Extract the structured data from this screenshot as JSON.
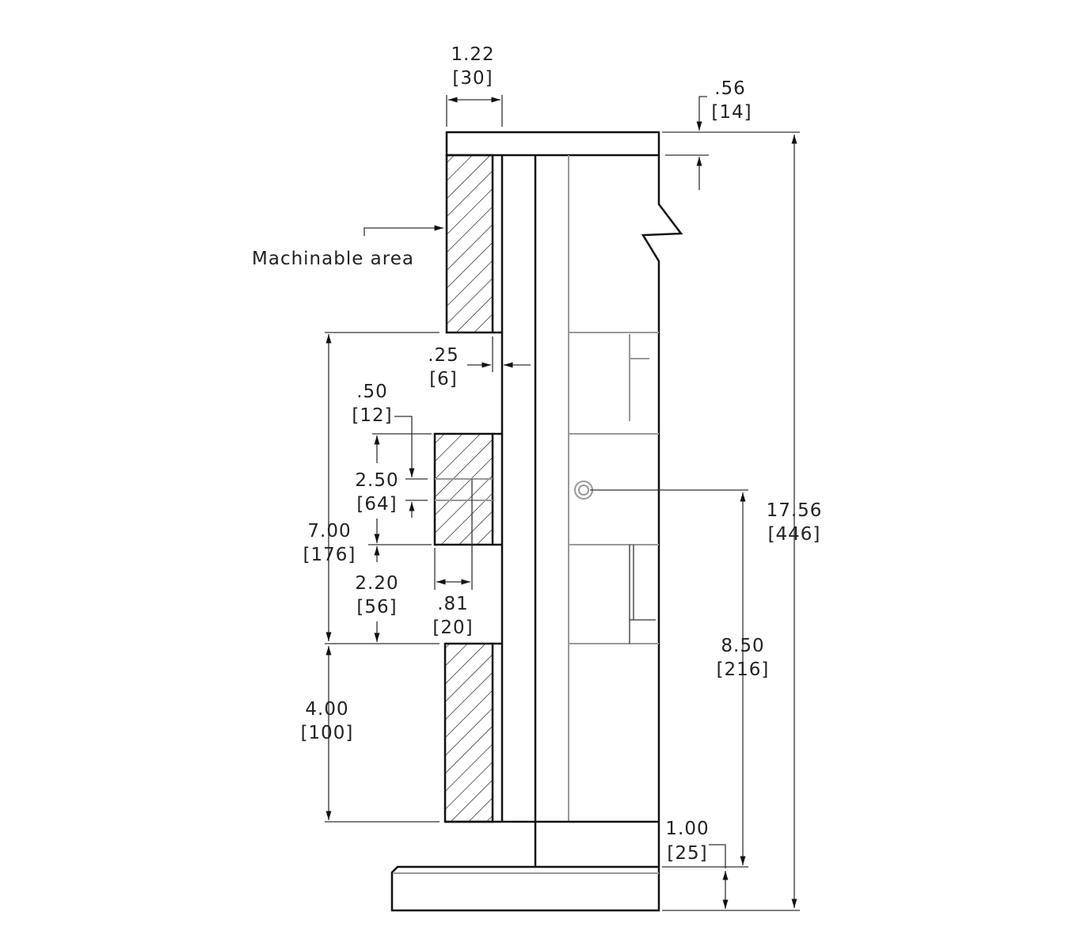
{
  "title": "Machinable fixture plate side-view dimension drawing",
  "callouts": {
    "machinable_area": "Machinable area"
  },
  "dimensions": [
    {
      "in": "1.22",
      "mm": "[30]"
    },
    {
      "in": ".56",
      "mm": "[14]"
    },
    {
      "in": ".25",
      "mm": "[6]"
    },
    {
      "in": ".50",
      "mm": "[12]"
    },
    {
      "in": "2.50",
      "mm": "[64]"
    },
    {
      "in": "7.00",
      "mm": "[176]"
    },
    {
      "in": "2.20",
      "mm": "[56]"
    },
    {
      "in": ".81",
      "mm": "[20]"
    },
    {
      "in": "4.00",
      "mm": "[100]"
    },
    {
      "in": "17.56",
      "mm": "[446]"
    },
    {
      "in": "8.50",
      "mm": "[216]"
    },
    {
      "in": "1.00",
      "mm": "[25]"
    }
  ]
}
